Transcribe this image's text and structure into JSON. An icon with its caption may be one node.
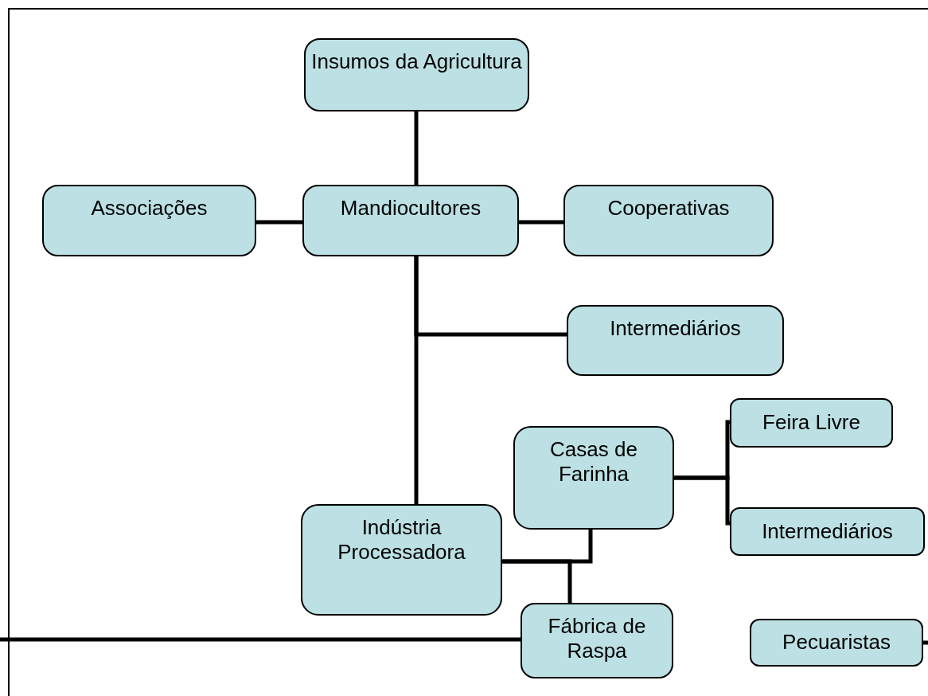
{
  "diagram": {
    "nodes": [
      {
        "text": [
          "Insumos da Agricultura"
        ]
      },
      {
        "text": [
          "Associações"
        ]
      },
      {
        "text": [
          "Mandiocultores"
        ]
      },
      {
        "text": [
          "Cooperativas"
        ]
      },
      {
        "text": [
          "Intermediários"
        ]
      },
      {
        "text": [
          "Feira Livre"
        ]
      },
      {
        "text": [
          "Casas de Farinha"
        ]
      },
      {
        "text": [
          "Intermediários"
        ]
      },
      {
        "text": [
          "Indústria Processadora"
        ]
      },
      {
        "text": [
          "Fábrica de Raspa"
        ]
      },
      {
        "text": [
          "Pecuaristas"
        ]
      }
    ],
    "edges": [
      {
        "from": 0,
        "to": 2,
        "arrow": "none"
      },
      {
        "from": 1,
        "to": 2,
        "arrow": "none"
      },
      {
        "from": 2,
        "to": 3,
        "arrow": "none"
      },
      {
        "from": 2,
        "to": 4,
        "arrow": "none"
      },
      {
        "from": 2,
        "to": 8,
        "arrow": "none"
      },
      {
        "from": 6,
        "to": 5,
        "arrow": "none"
      },
      {
        "from": 6,
        "to": 7,
        "arrow": "none"
      },
      {
        "from": 8,
        "to": 6,
        "arrow": "none"
      },
      {
        "from": 8,
        "to": 9,
        "arrow": "none"
      },
      {
        "from": null,
        "to": 9,
        "arrow": "none"
      },
      {
        "from": 10,
        "to": null,
        "arrow": "none"
      }
    ]
  }
}
